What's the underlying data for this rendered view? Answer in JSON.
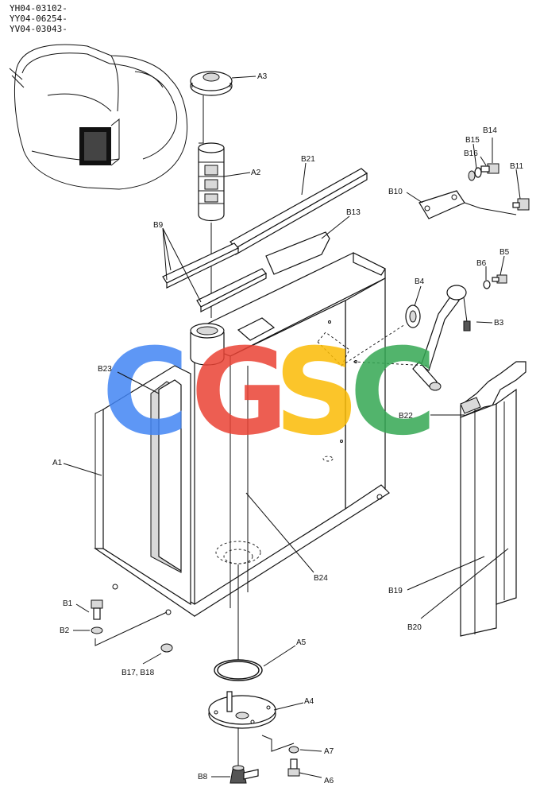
{
  "serials": [
    "YH04-03102-",
    "YY04-06254-",
    "YV04-03043-"
  ],
  "watermark": {
    "letters": [
      "C",
      "G",
      "S",
      "C"
    ],
    "colors": [
      "#4285F4",
      "#EA4335",
      "#FBBC05",
      "#34A853"
    ]
  },
  "labels": {
    "A1": "A1",
    "A2": "A2",
    "A3": "A3",
    "A4": "A4",
    "A5": "A5",
    "A6": "A6",
    "A7": "A7",
    "B1": "B1",
    "B2": "B2",
    "B3": "B3",
    "B4": "B4",
    "B5": "B5",
    "B6": "B6",
    "B8": "B8",
    "B9": "B9",
    "B10": "B10",
    "B11": "B11",
    "B13": "B13",
    "B14": "B14",
    "B15": "B15",
    "B16": "B16",
    "B17_B18": "B17, B18",
    "B19": "B19",
    "B20": "B20",
    "B21": "B21",
    "B22": "B22",
    "B23": "B23",
    "B24": "B24"
  }
}
